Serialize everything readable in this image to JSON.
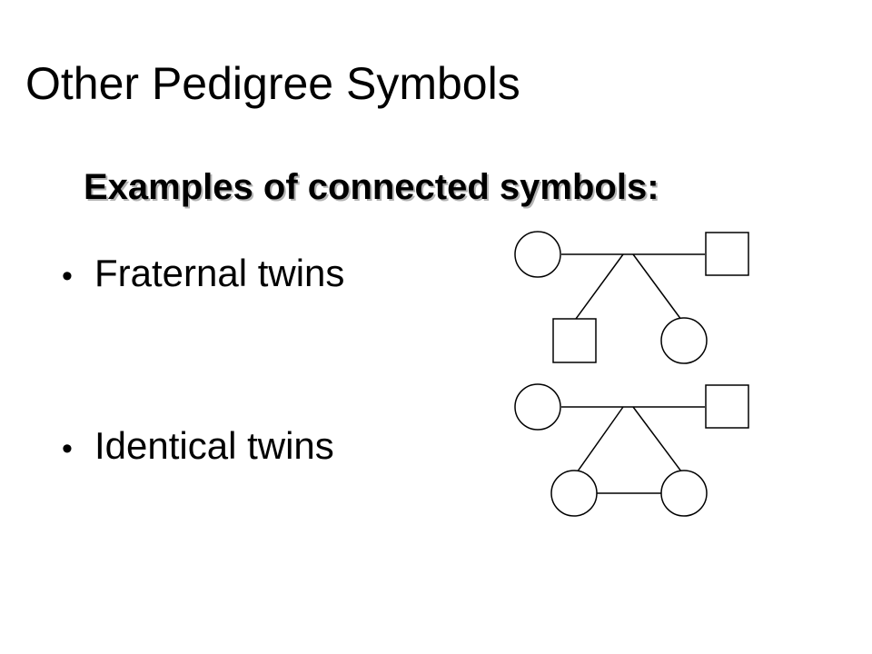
{
  "slide": {
    "title": "Other Pedigree Symbols",
    "subtitle": "Examples of connected symbols:",
    "bullets": [
      {
        "marker": "•",
        "text": "Fraternal twins"
      },
      {
        "marker": "•",
        "text": "Identical twins"
      }
    ]
  },
  "diagram": {
    "stroke_color": "#000000",
    "fill_color": "#ffffff",
    "pedigrees": [
      {
        "label": "Fraternal twins",
        "parents": [
          "female",
          "male"
        ],
        "children": [
          "male",
          "female"
        ],
        "children_connected": false
      },
      {
        "label": "Identical twins",
        "parents": [
          "female",
          "male"
        ],
        "children": [
          "female",
          "female"
        ],
        "children_connected": true
      }
    ]
  }
}
